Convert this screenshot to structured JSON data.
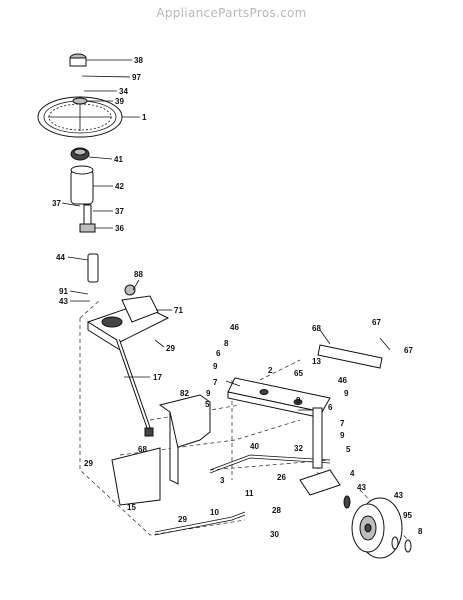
{
  "watermark": "AppliancePartsPros.com",
  "callouts": [
    "38",
    "97",
    "34",
    "39",
    "1",
    "41",
    "42",
    "37",
    "37",
    "36",
    "44",
    "88",
    "91",
    "43",
    "71",
    "29",
    "46",
    "68",
    "67",
    "8",
    "6",
    "9",
    "13",
    "65",
    "2",
    "46",
    "67",
    "17",
    "82",
    "7",
    "9",
    "5",
    "8",
    "9",
    "6",
    "7",
    "40",
    "9",
    "5",
    "68",
    "29",
    "32",
    "26",
    "3",
    "11",
    "4",
    "43",
    "43",
    "15",
    "29",
    "10",
    "28",
    "95",
    "30",
    "8"
  ]
}
